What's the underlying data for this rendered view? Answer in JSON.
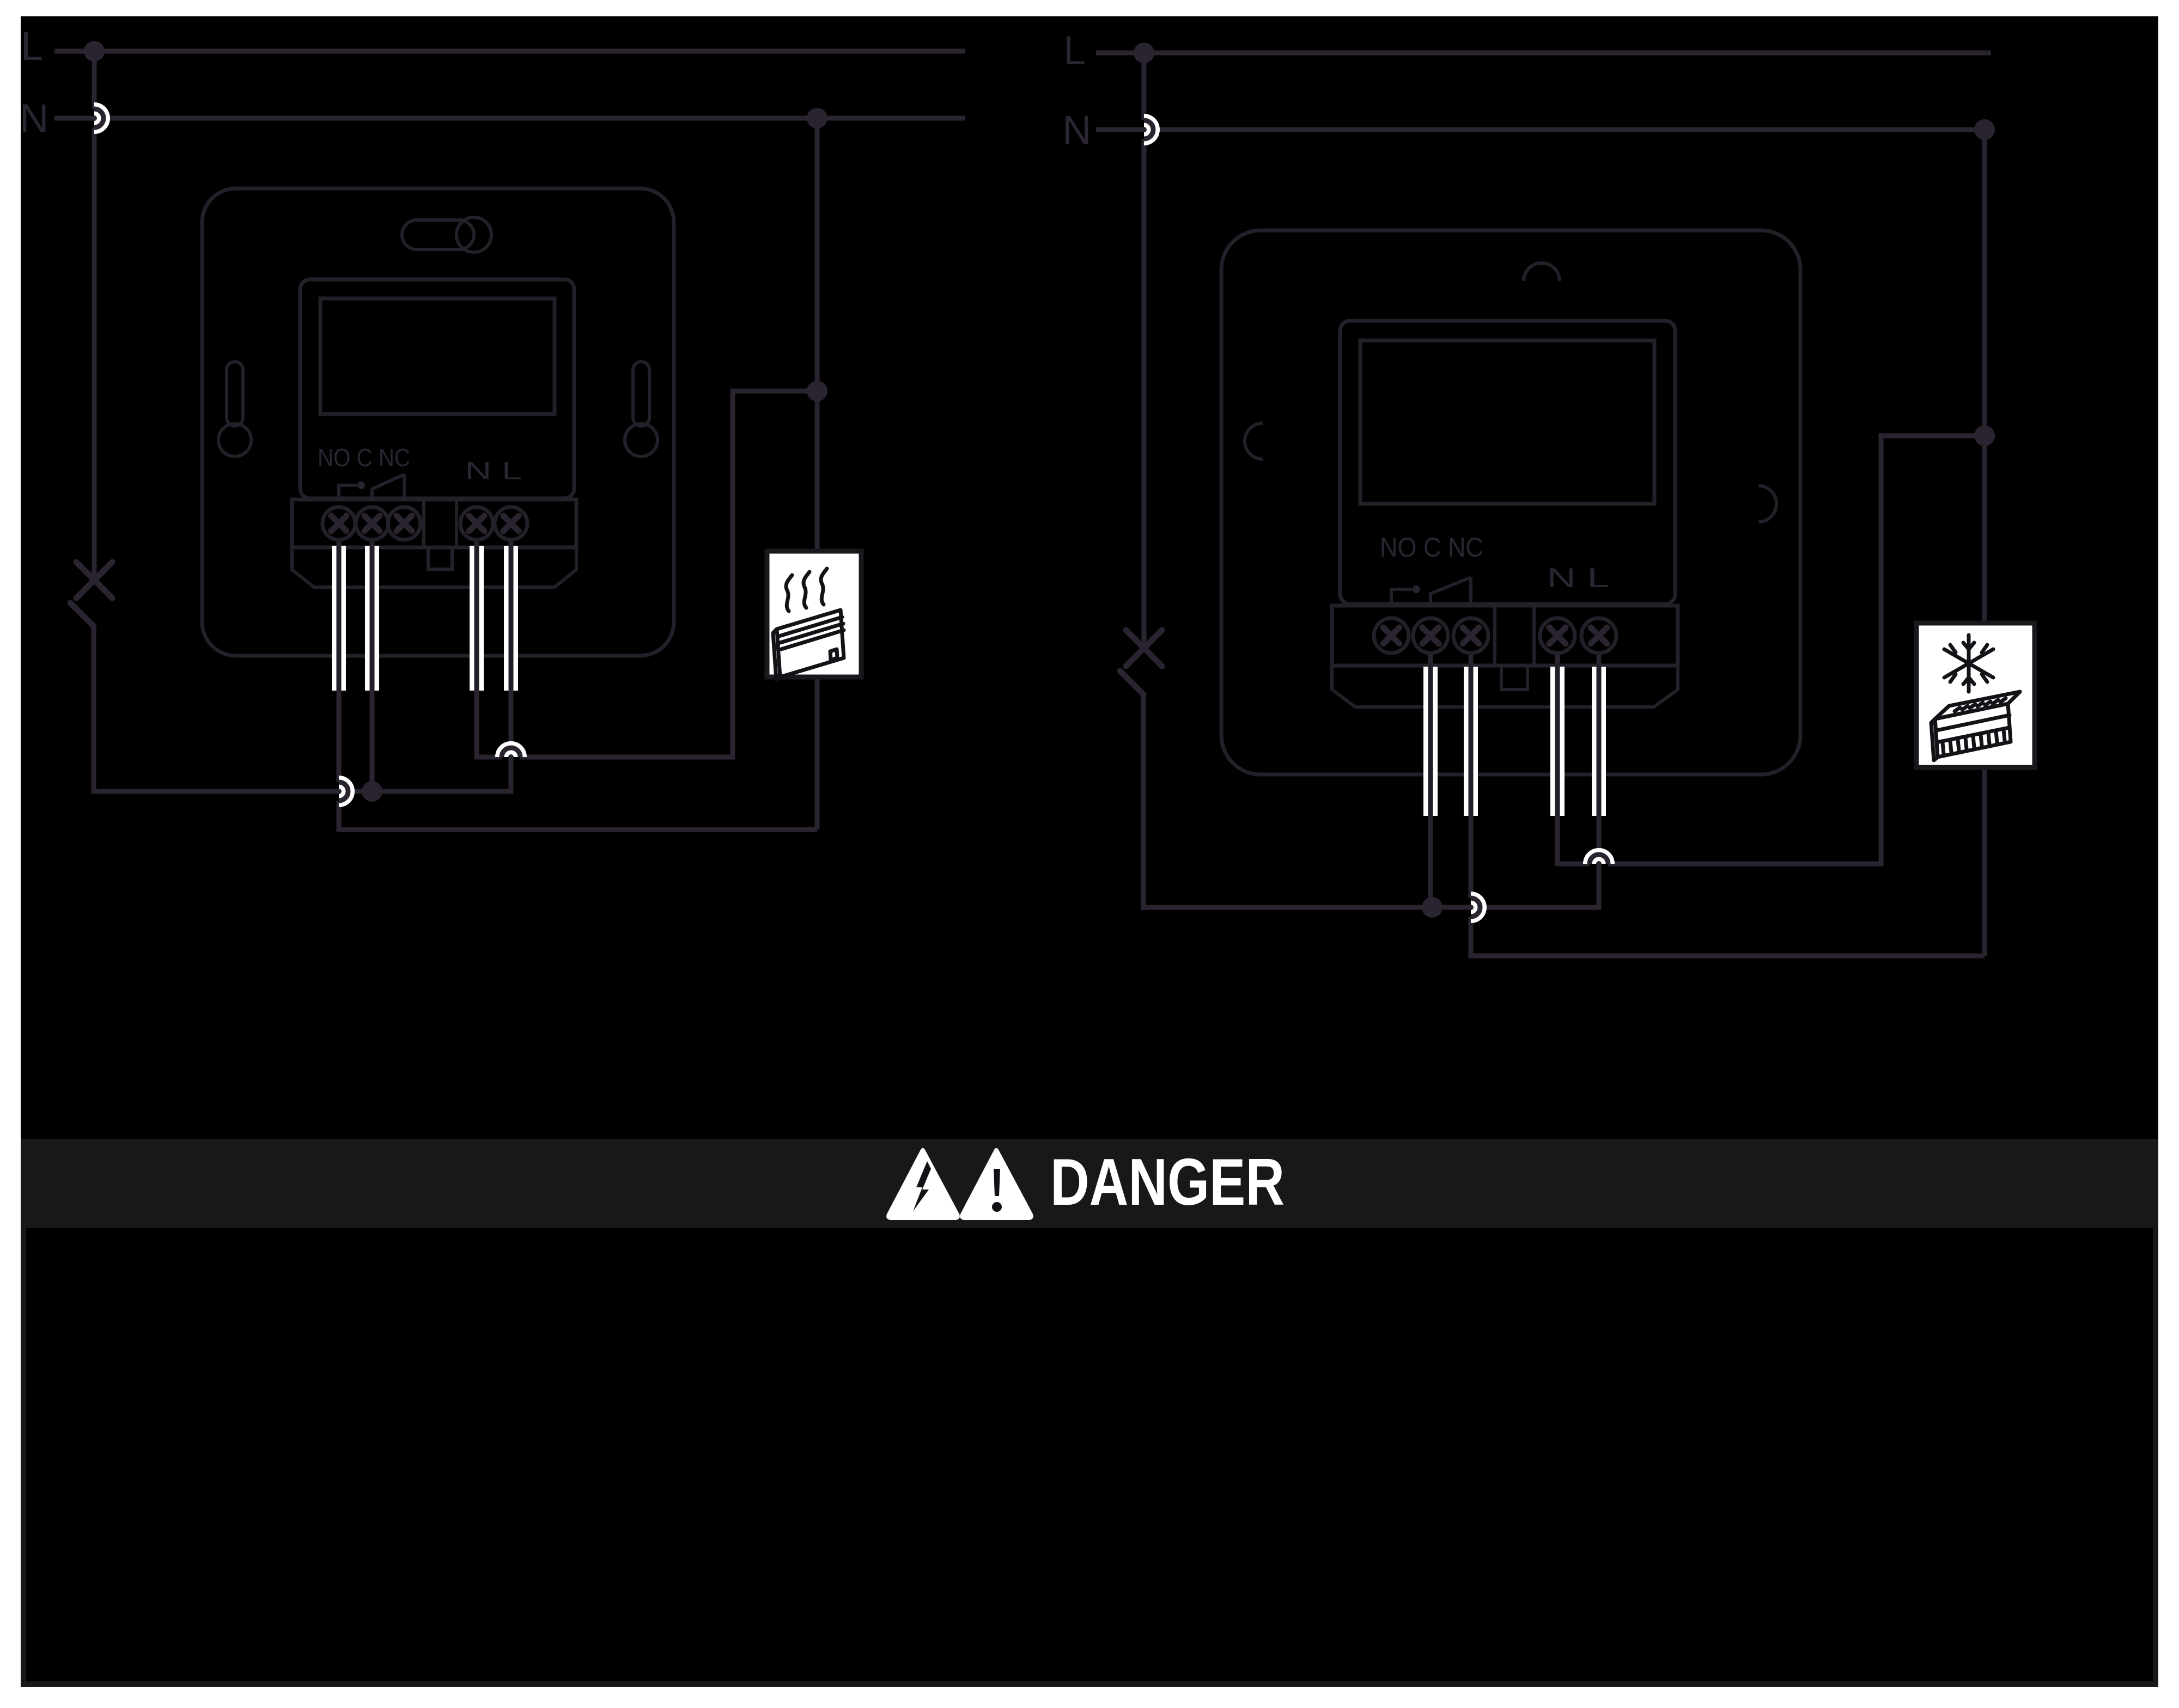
{
  "colors": {
    "page_background": "#ffffff",
    "panel_background": "#000000",
    "diagram_line": "#2a2330",
    "band_background": "#1a171b",
    "wire_highlight": "#ffffff"
  },
  "left_diagram": {
    "live_label": "L",
    "neutral_label": "N",
    "relay_terminals_label": "NO C NC",
    "power_terminals_label": "N L",
    "load_icon": "heater-icon"
  },
  "right_diagram": {
    "live_label": "L",
    "neutral_label": "N",
    "relay_terminals_label": "NO C NC",
    "power_terminals_label": "N L",
    "load_icon": "air-conditioner-icon"
  },
  "danger_banner": {
    "label": "DANGER",
    "icons": [
      "electric-hazard-warning-icon",
      "general-warning-icon"
    ]
  }
}
